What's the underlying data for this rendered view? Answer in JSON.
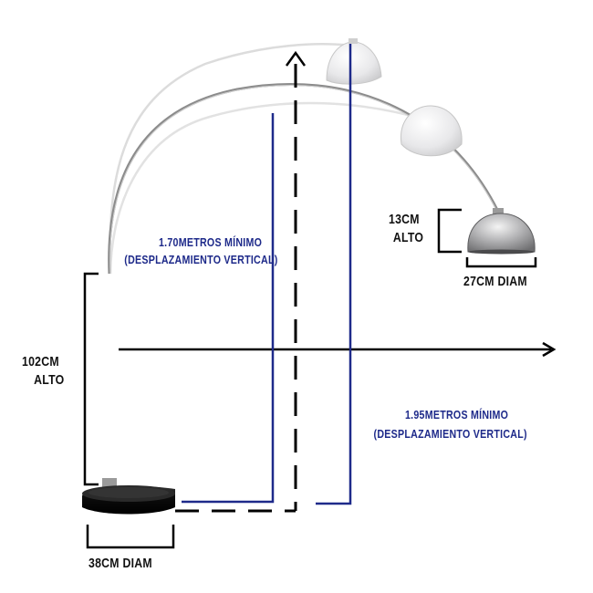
{
  "labels": {
    "shade_height": [
      "13CM",
      "ALTO"
    ],
    "shade_diameter": "27CM DIAM",
    "base_height": [
      "102CM",
      "ALTO"
    ],
    "base_diameter": "38CM DIAM",
    "min_reach_170": [
      "1.70METROS MÍNIMO",
      "(DESPLAZAMIENTO VERTICAL)"
    ],
    "min_reach_195": [
      "1.95METROS MÍNIMO",
      "(DESPLAZAMIENTO VERTICAL)"
    ]
  },
  "colors": {
    "annotation_blue": "#1e2a8a",
    "dimension_black": "#111111",
    "marble_base": "#0c0c0c",
    "steel_shade": "#a9a9ab"
  }
}
